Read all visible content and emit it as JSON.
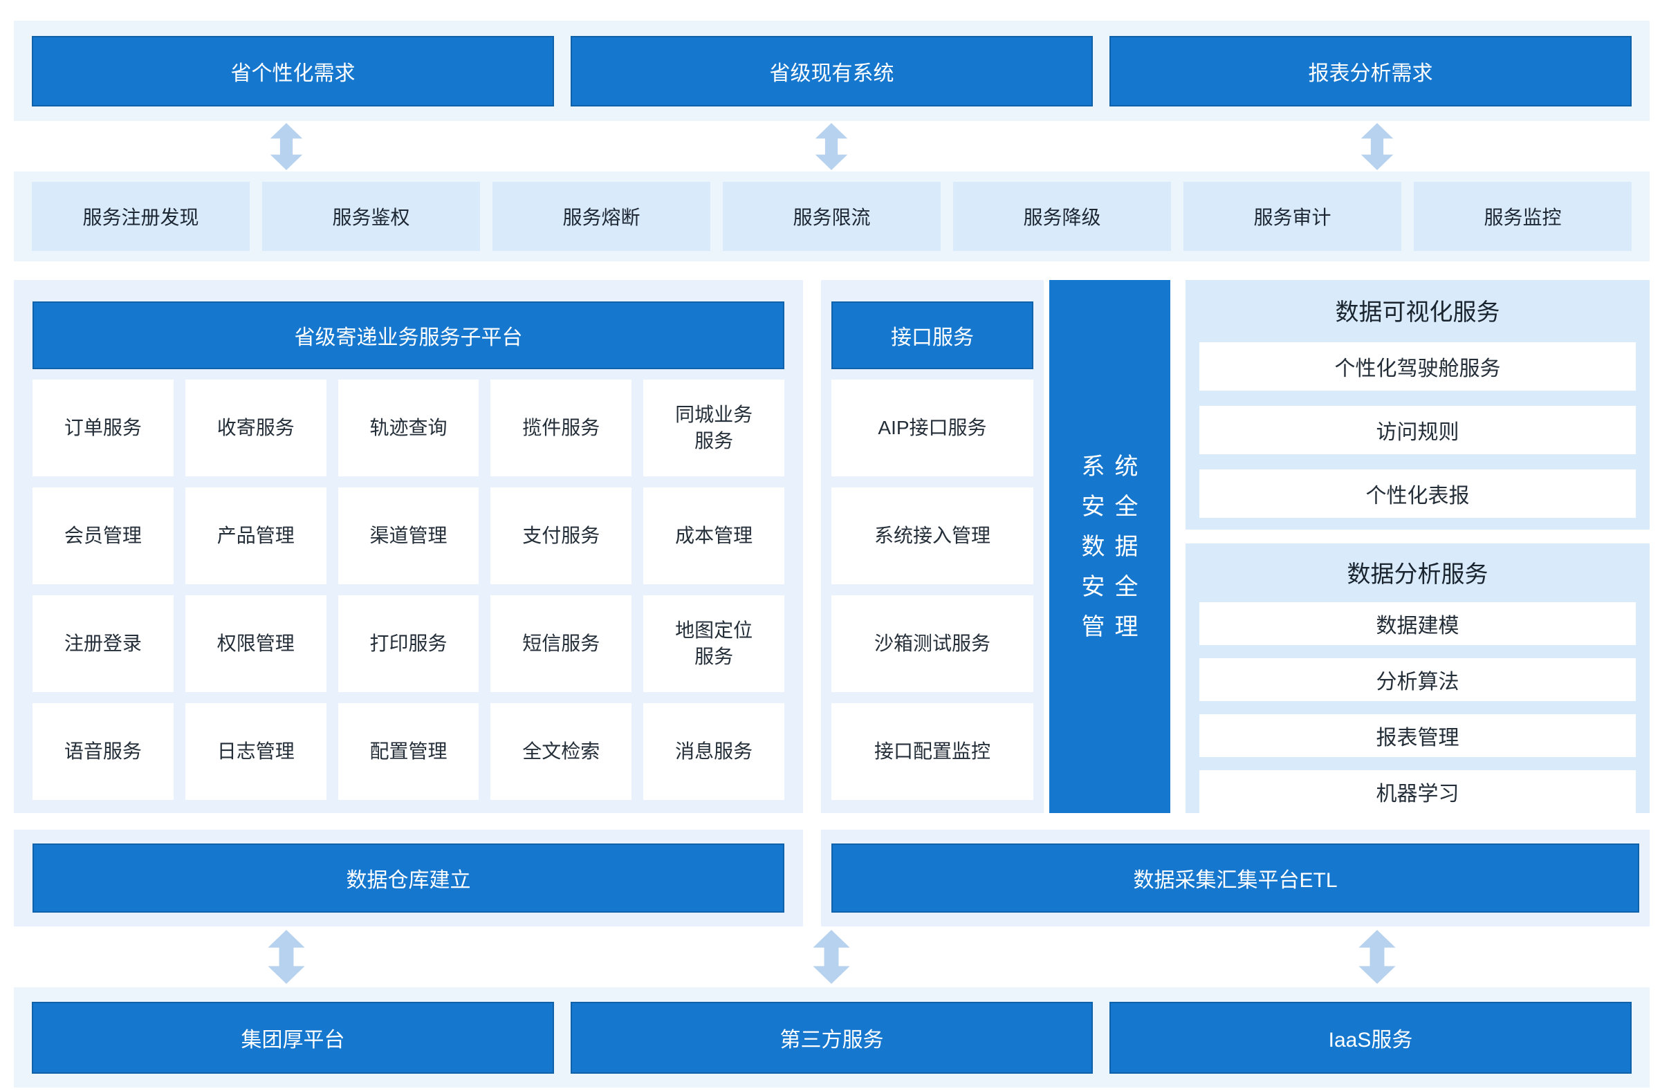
{
  "top_row": {
    "items": [
      "省个性化需求",
      "省级现有系统",
      "报表分析需求"
    ]
  },
  "gateway_row": {
    "items": [
      "服务注册发现",
      "服务鉴权",
      "服务熔断",
      "服务限流",
      "服务降级",
      "服务审计",
      "服务监控"
    ]
  },
  "left_panel": {
    "title": "省级寄递业务服务子平台",
    "cells": [
      "订单服务",
      "收寄服务",
      "轨迹查询",
      "揽件服务",
      "同城业务服务",
      "会员管理",
      "产品管理",
      "渠道管理",
      "支付服务",
      "成本管理",
      "注册登录",
      "权限管理",
      "打印服务",
      "短信服务",
      "地图定位服务",
      "语音服务",
      "日志管理",
      "配置管理",
      "全文检索",
      "消息服务"
    ]
  },
  "interface_panel": {
    "title": "接口服务",
    "cells": [
      "AIP接口服务",
      "系统接入管理",
      "沙箱测试服务",
      "接口配置监控"
    ]
  },
  "security_bar": {
    "lines": [
      "系统",
      "安全",
      "数据",
      "安全",
      "管理"
    ]
  },
  "visualization_panel": {
    "title": "数据可视化服务",
    "cells": [
      "个性化驾驶舱服务",
      "访问规则",
      "个性化表报"
    ]
  },
  "analysis_panel": {
    "title": "数据分析服务",
    "cells": [
      "数据建模",
      "分析算法",
      "报表管理",
      "机器学习"
    ]
  },
  "warehouse_bar": {
    "label": "数据仓库建立"
  },
  "etl_bar": {
    "label": "数据采集汇集平台ETL"
  },
  "bottom_row": {
    "items": [
      "集团厚平台",
      "第三方服务",
      "IaaS服务"
    ]
  },
  "icons": {
    "flow_arrow": "double-vertical-arrow"
  },
  "colors": {
    "primary_blue": "#1677ce",
    "blue_border": "#0f62a9",
    "band_bg": "#ecf4fc",
    "panel_bg": "#e9f2fc",
    "right_panel_bg": "#d9eafa",
    "light_cell_bg": "#d9eafa",
    "arrow": "#b6d2ef",
    "text_dark": "#242e38"
  }
}
